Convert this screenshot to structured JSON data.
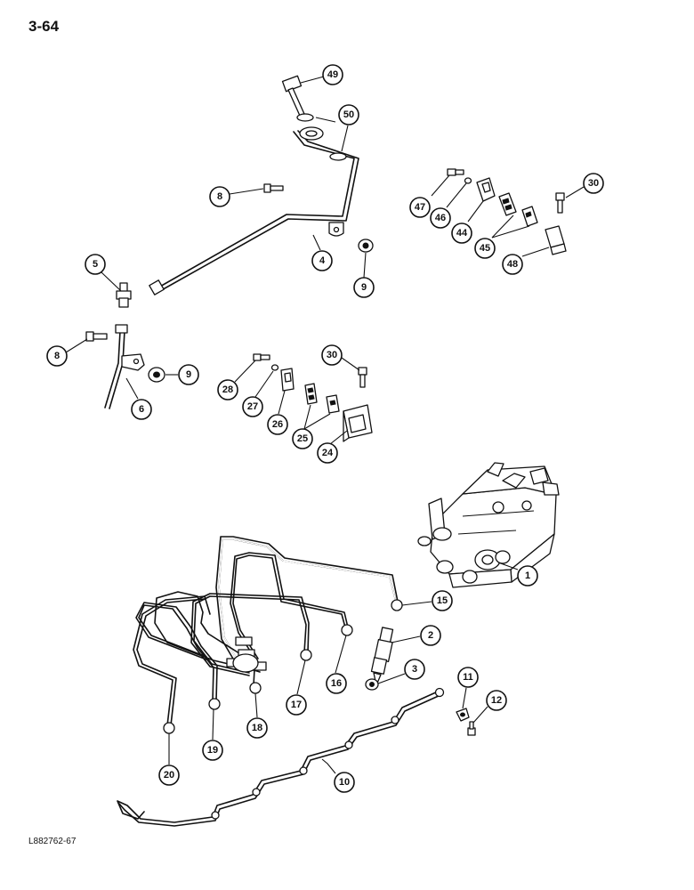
{
  "page": {
    "number": "3-64",
    "figure_code": "L882762-67"
  },
  "callouts": [
    {
      "id": "c49",
      "label": "49"
    },
    {
      "id": "c50",
      "label": "50"
    },
    {
      "id": "c8a",
      "label": "8"
    },
    {
      "id": "c4",
      "label": "4"
    },
    {
      "id": "c9a",
      "label": "9"
    },
    {
      "id": "c5",
      "label": "5"
    },
    {
      "id": "c47",
      "label": "47"
    },
    {
      "id": "c46",
      "label": "46"
    },
    {
      "id": "c44",
      "label": "44"
    },
    {
      "id": "c45",
      "label": "45"
    },
    {
      "id": "c48",
      "label": "48"
    },
    {
      "id": "c30a",
      "label": "30"
    },
    {
      "id": "c8b",
      "label": "8"
    },
    {
      "id": "c6",
      "label": "6"
    },
    {
      "id": "c9b",
      "label": "9"
    },
    {
      "id": "c28",
      "label": "28"
    },
    {
      "id": "c27",
      "label": "27"
    },
    {
      "id": "c26",
      "label": "26"
    },
    {
      "id": "c25",
      "label": "25"
    },
    {
      "id": "c24",
      "label": "24"
    },
    {
      "id": "c30b",
      "label": "30"
    },
    {
      "id": "c1",
      "label": "1"
    },
    {
      "id": "c15",
      "label": "15"
    },
    {
      "id": "c2",
      "label": "2"
    },
    {
      "id": "c3",
      "label": "3"
    },
    {
      "id": "c16",
      "label": "16"
    },
    {
      "id": "c17",
      "label": "17"
    },
    {
      "id": "c18",
      "label": "18"
    },
    {
      "id": "c19",
      "label": "19"
    },
    {
      "id": "c20",
      "label": "20"
    },
    {
      "id": "c11",
      "label": "11"
    },
    {
      "id": "c12",
      "label": "12"
    },
    {
      "id": "c10",
      "label": "10"
    }
  ]
}
